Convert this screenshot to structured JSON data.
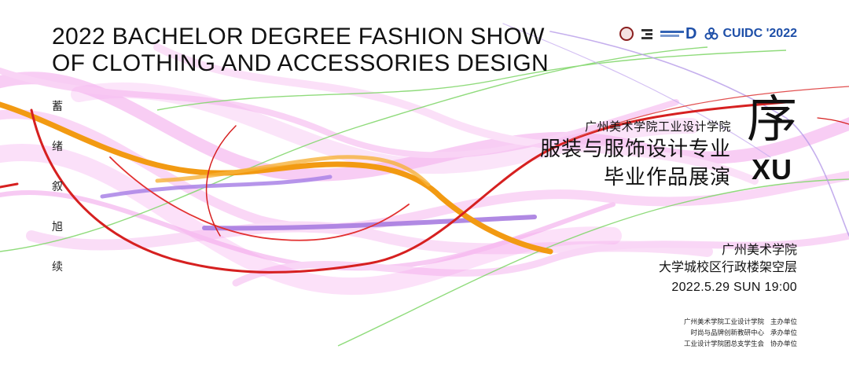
{
  "title_en": {
    "line1": "2022 BACHELOR DEGREE FASHION SHOW",
    "line2": "OF CLOTHING AND ACCESSORIES DESIGN"
  },
  "logos": {
    "cuidc_label": "CUIDC '2022",
    "icons": [
      "university-seal-icon",
      "institute-mark-icon",
      "design-d-logo-icon",
      "cuidc-link-icon"
    ]
  },
  "vertical_words": [
    "蓄",
    "绪",
    "叙",
    "旭",
    "续"
  ],
  "org": "广州美术学院工业设计学院",
  "subtitle": {
    "line1": "服装与服饰设计专业",
    "line2": "毕业作品展演"
  },
  "xu": {
    "character": "序",
    "latin": "XU"
  },
  "venue": {
    "line1": "广州美术学院",
    "line2": "大学城校区行政楼架空层"
  },
  "datetime": "2022.5.29 SUN 19:00",
  "credits": [
    {
      "org": "广州美术学院工业设计学院",
      "role": "主办单位"
    },
    {
      "org": "时尚与品牌创新教研中心",
      "role": "承办单位"
    },
    {
      "org": "工业设计学院团总支学生会",
      "role": "协办单位"
    }
  ],
  "colors": {
    "pink": "#f08ce6",
    "orange": "#f29a12",
    "red": "#d62020",
    "purple": "#a77ce0",
    "green": "#7bd86a",
    "blue_logo": "#1e4fa8"
  }
}
